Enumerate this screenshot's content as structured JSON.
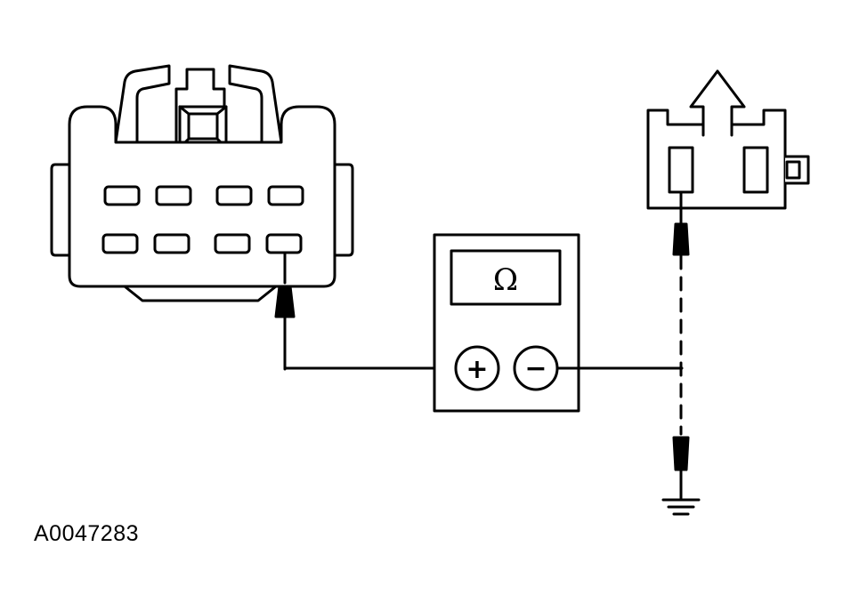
{
  "figure_id": "A0047283",
  "meter": {
    "display_symbol": "Ω",
    "positive_label": "+",
    "negative_label": "−"
  },
  "colors": {
    "line": "#000000",
    "background": "#ffffff"
  },
  "icons": [
    "connector-housing",
    "sensor-connector",
    "probe-tip",
    "ground-symbol",
    "arrow-up"
  ]
}
